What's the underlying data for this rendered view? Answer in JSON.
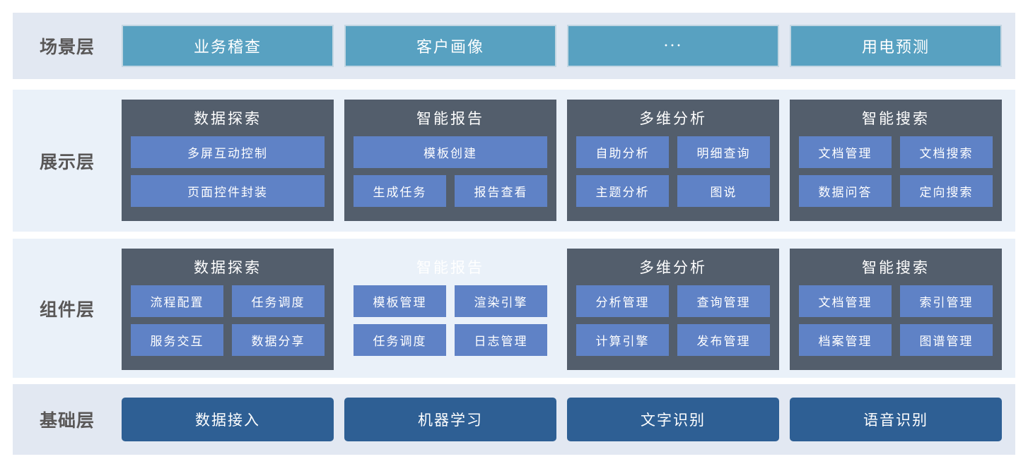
{
  "colors": {
    "band_scene_foundation_bg": "#e2e8f2",
    "band_display_component_bg": "#eaf1f9",
    "scene_button_teal": "#58a1c1",
    "card_slate": "#535e6c",
    "sub_item_blue": "#5f82c6",
    "foundation_navy": "#2e5f94",
    "layer_label_gray": "#595757",
    "button_text": "#ffffff"
  },
  "layers": [
    {
      "label": "场景层",
      "items": [
        "业务稽查",
        "客户画像",
        "···",
        "用电预测"
      ]
    },
    {
      "label": "展示层",
      "cards": [
        {
          "title": "数据探索",
          "rows": [
            [
              "多屏互动控制"
            ],
            [
              "页面控件封装"
            ]
          ]
        },
        {
          "title": "智能报告",
          "rows": [
            [
              "模板创建"
            ],
            [
              "生成任务",
              "报告查看"
            ]
          ]
        },
        {
          "title": "多维分析",
          "rows": [
            [
              "自助分析",
              "明细查询"
            ],
            [
              "主题分析",
              "图说"
            ]
          ]
        },
        {
          "title": "智能搜索",
          "rows": [
            [
              "文档管理",
              "文档搜索"
            ],
            [
              "数据问答",
              "定向搜索"
            ]
          ]
        }
      ]
    },
    {
      "label": "组件层",
      "cards": [
        {
          "title": "数据探索",
          "rows": [
            [
              "流程配置",
              "任务调度"
            ],
            [
              "服务交互",
              "数据分享"
            ]
          ]
        },
        {
          "title": "智能报告",
          "no_background": true,
          "rows": [
            [
              "模板管理",
              "渲染引擎"
            ],
            [
              "任务调度",
              "日志管理"
            ]
          ]
        },
        {
          "title": "多维分析",
          "rows": [
            [
              "分析管理",
              "查询管理"
            ],
            [
              "计算引擎",
              "发布管理"
            ]
          ]
        },
        {
          "title": "智能搜索",
          "rows": [
            [
              "文档管理",
              "索引管理"
            ],
            [
              "档案管理",
              "图谱管理"
            ]
          ]
        }
      ]
    },
    {
      "label": "基础层",
      "items": [
        "数据接入",
        "机器学习",
        "文字识别",
        "语音识别"
      ]
    }
  ]
}
